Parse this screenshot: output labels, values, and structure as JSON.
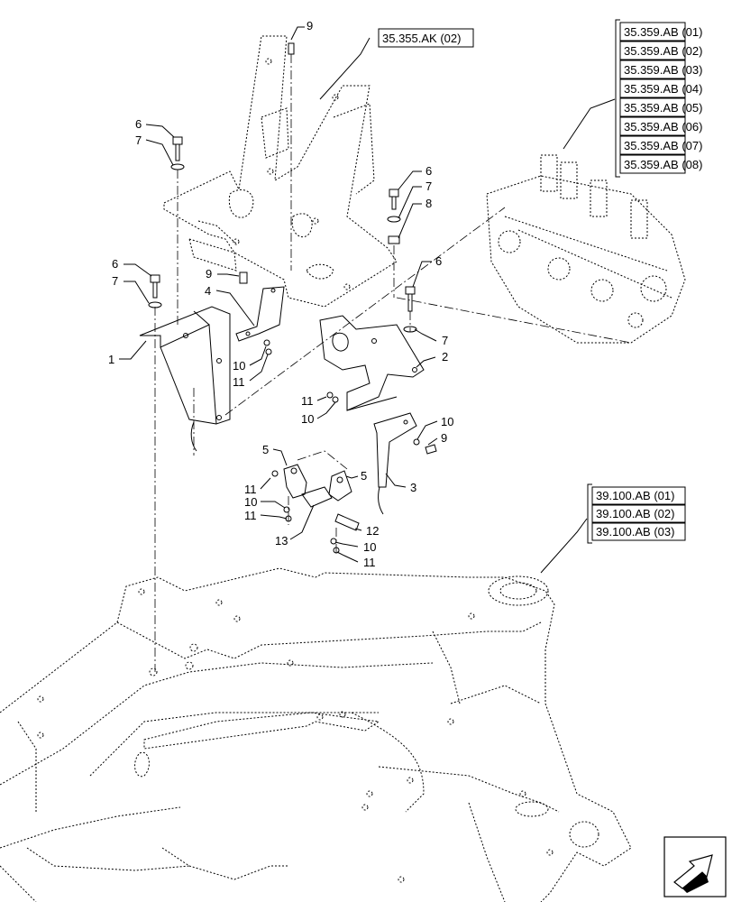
{
  "references": {
    "top": [
      "35.355.AK (02)"
    ],
    "valve_group": [
      "35.359.AB (01)",
      "35.359.AB (02)",
      "35.359.AB (03)",
      "35.359.AB (04)",
      "35.359.AB (05)",
      "35.359.AB (06)",
      "35.359.AB (07)",
      "35.359.AB (08)"
    ],
    "frame_group": [
      "39.100.AB (01)",
      "39.100.AB (02)",
      "39.100.AB (03)"
    ]
  },
  "callouts": {
    "c_9a": "9",
    "c_6a": "6",
    "c_7a": "7",
    "c_6b": "6",
    "c_7b": "7",
    "c_8": "8",
    "c_6c": "6",
    "c_7c": "7",
    "c_9b": "9",
    "c_4": "4",
    "c_1": "1",
    "c_10a": "10",
    "c_11a": "11",
    "c_6d": "6",
    "c_7d": "7",
    "c_2": "2",
    "c_11b": "11",
    "c_10b": "10",
    "c_10c": "10",
    "c_9c": "9",
    "c_5a": "5",
    "c_5b": "5",
    "c_11c": "11",
    "c_10d": "10",
    "c_11d": "11",
    "c_3": "3",
    "c_13": "13",
    "c_12": "12",
    "c_10e": "10",
    "c_11e": "11"
  },
  "icons": {
    "nav": "arrow-icon"
  }
}
